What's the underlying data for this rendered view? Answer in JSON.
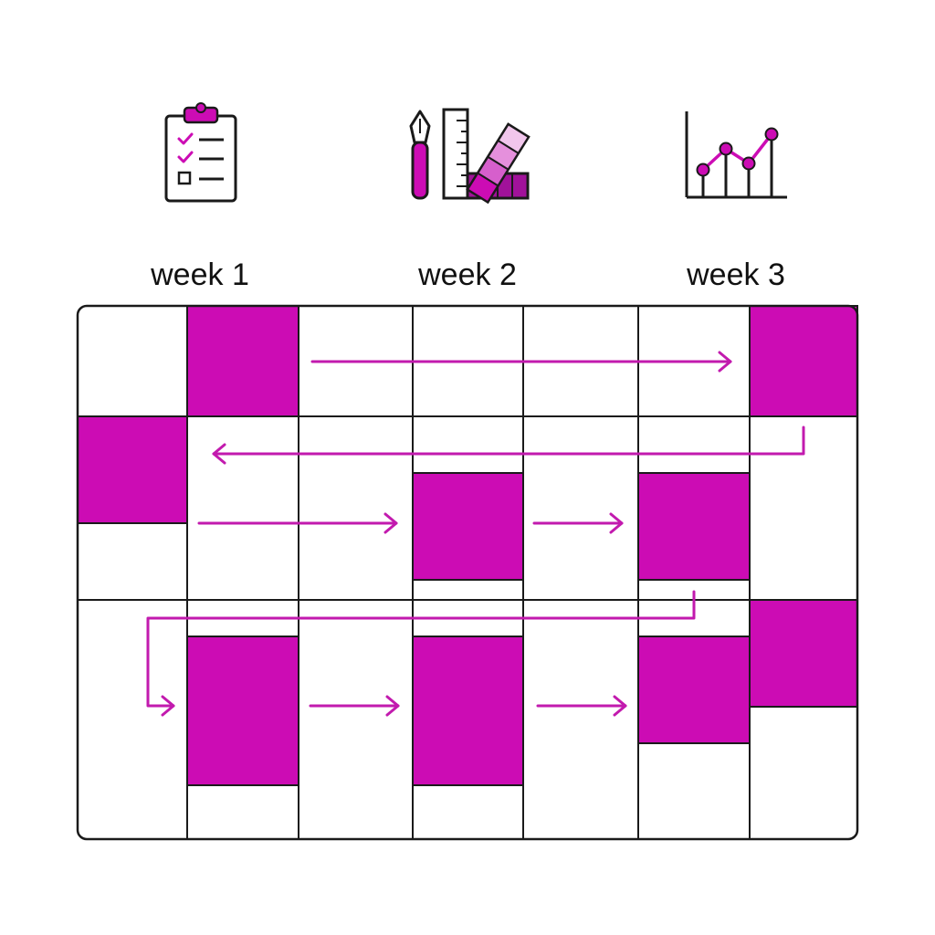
{
  "colors": {
    "accent": "#cc0cb4",
    "accent_light": "#e9a6e0",
    "accent_mid": "#d65fcc",
    "line": "#1a1a1a",
    "background": "#ffffff"
  },
  "icons": [
    {
      "name": "clipboard-checklist-icon",
      "stage": "week 1"
    },
    {
      "name": "design-tools-icon",
      "stage": "week 2"
    },
    {
      "name": "line-chart-icon",
      "stage": "week 3"
    }
  ],
  "weeks": [
    {
      "label": "week 1"
    },
    {
      "label": "week 2"
    },
    {
      "label": "week 3"
    }
  ],
  "grid": {
    "columns": 7,
    "rows": 3,
    "flow": "left-to-right task blocks connected by arrows"
  }
}
